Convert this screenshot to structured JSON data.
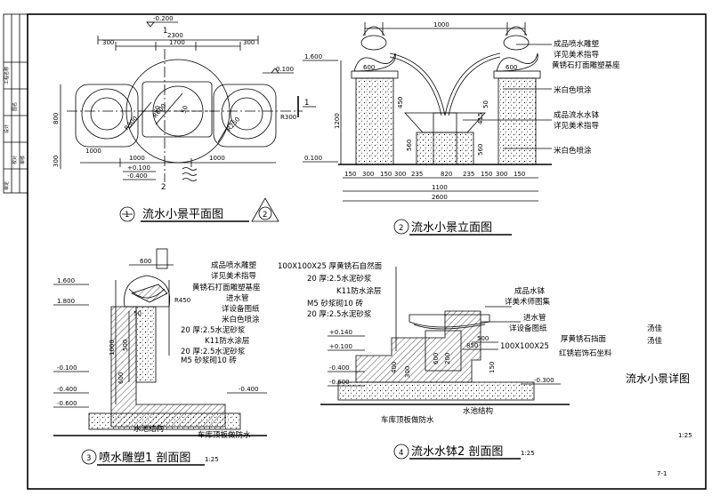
{
  "drawing_title": "流水小景详图",
  "signatures": [
    "汤佳",
    "汤佳"
  ],
  "sheet_scale": "1:25",
  "sheet_number": "7-1",
  "title_block_cells": [
    "工程名称",
    "图名",
    "设计",
    "校对",
    "审核",
    "审定"
  ],
  "plan": {
    "title": "流水小景平面图",
    "marker": "1",
    "section_marker": "2",
    "elev_top": "-0.200",
    "elev_right": "0.100",
    "elev_bottom1": "+0.100",
    "elev_bottom2": "-0.400",
    "dims": [
      "2300",
      "1700",
      "300",
      "300",
      "1000",
      "1000",
      "1000",
      "800",
      "300",
      "R300",
      "R600",
      "R250",
      "R300",
      "R300",
      "50",
      "50"
    ],
    "axis_labels": [
      "1",
      "1",
      "2",
      "2"
    ]
  },
  "elevation": {
    "title": "流水小景立面图",
    "marker": "2",
    "notes": [
      "成品喷水雕塑",
      "详见美术指导",
      "黄锈石打面雕塑基座",
      "米白色喷涂",
      "成品流水水钵",
      "详见美术指导",
      "米白色喷涂"
    ],
    "levels": [
      "1.600",
      "0.100"
    ],
    "dims": [
      "1000",
      "600",
      "600",
      "1200",
      "450",
      "560",
      "415",
      "50",
      "560",
      "300",
      "150",
      "300",
      "150",
      "235",
      "820",
      "235",
      "150",
      "300",
      "150",
      "1100",
      "2600"
    ]
  },
  "section1": {
    "title": "喷水雕塑1 剖面图",
    "marker": "3",
    "scale": "1:25",
    "levels": [
      "1.600",
      "1.800",
      "-0.100",
      "-0.400",
      "-0.400",
      "-0.600"
    ],
    "notes": [
      "成品喷水雕塑",
      "详见美术指导",
      "黄锈石打面雕塑基座",
      "进水管",
      "详设备图纸",
      "米白色喷涂",
      "20 厚:2.5水泥砂浆",
      "K11防水涂层",
      "20 厚:2.5水泥砂浆",
      "M5 砂浆砌10 砖"
    ],
    "bottom_notes": [
      "水池结构",
      "车库顶板做防水"
    ],
    "dims": [
      "600",
      "R450",
      "500",
      "1000",
      "600",
      "50"
    ]
  },
  "section2": {
    "title": "流水水钵2 剖面图",
    "marker": "4",
    "scale": "1:25",
    "levels": [
      "+0.140",
      "+0.100",
      "-0.400",
      "-0.600",
      "-0.300"
    ],
    "notes": [
      "100X100X25 厚黄锈石自然面",
      "20 厚:2.5水泥砂浆",
      "K11防水涂层",
      "M5 砂浆砌10 砖",
      "20 厚:2.5水泥砂浆",
      "成品水钵",
      "详美术师图集",
      "进水管",
      "详设备图纸",
      "100X100X25",
      "厚黄锈石挡面",
      "红锈岩饰石坐料"
    ],
    "bottom_notes": [
      "车库顶板做防水",
      "水池结构"
    ],
    "dims": [
      "500",
      "850",
      "600",
      "200",
      "400",
      "300",
      "150"
    ]
  }
}
